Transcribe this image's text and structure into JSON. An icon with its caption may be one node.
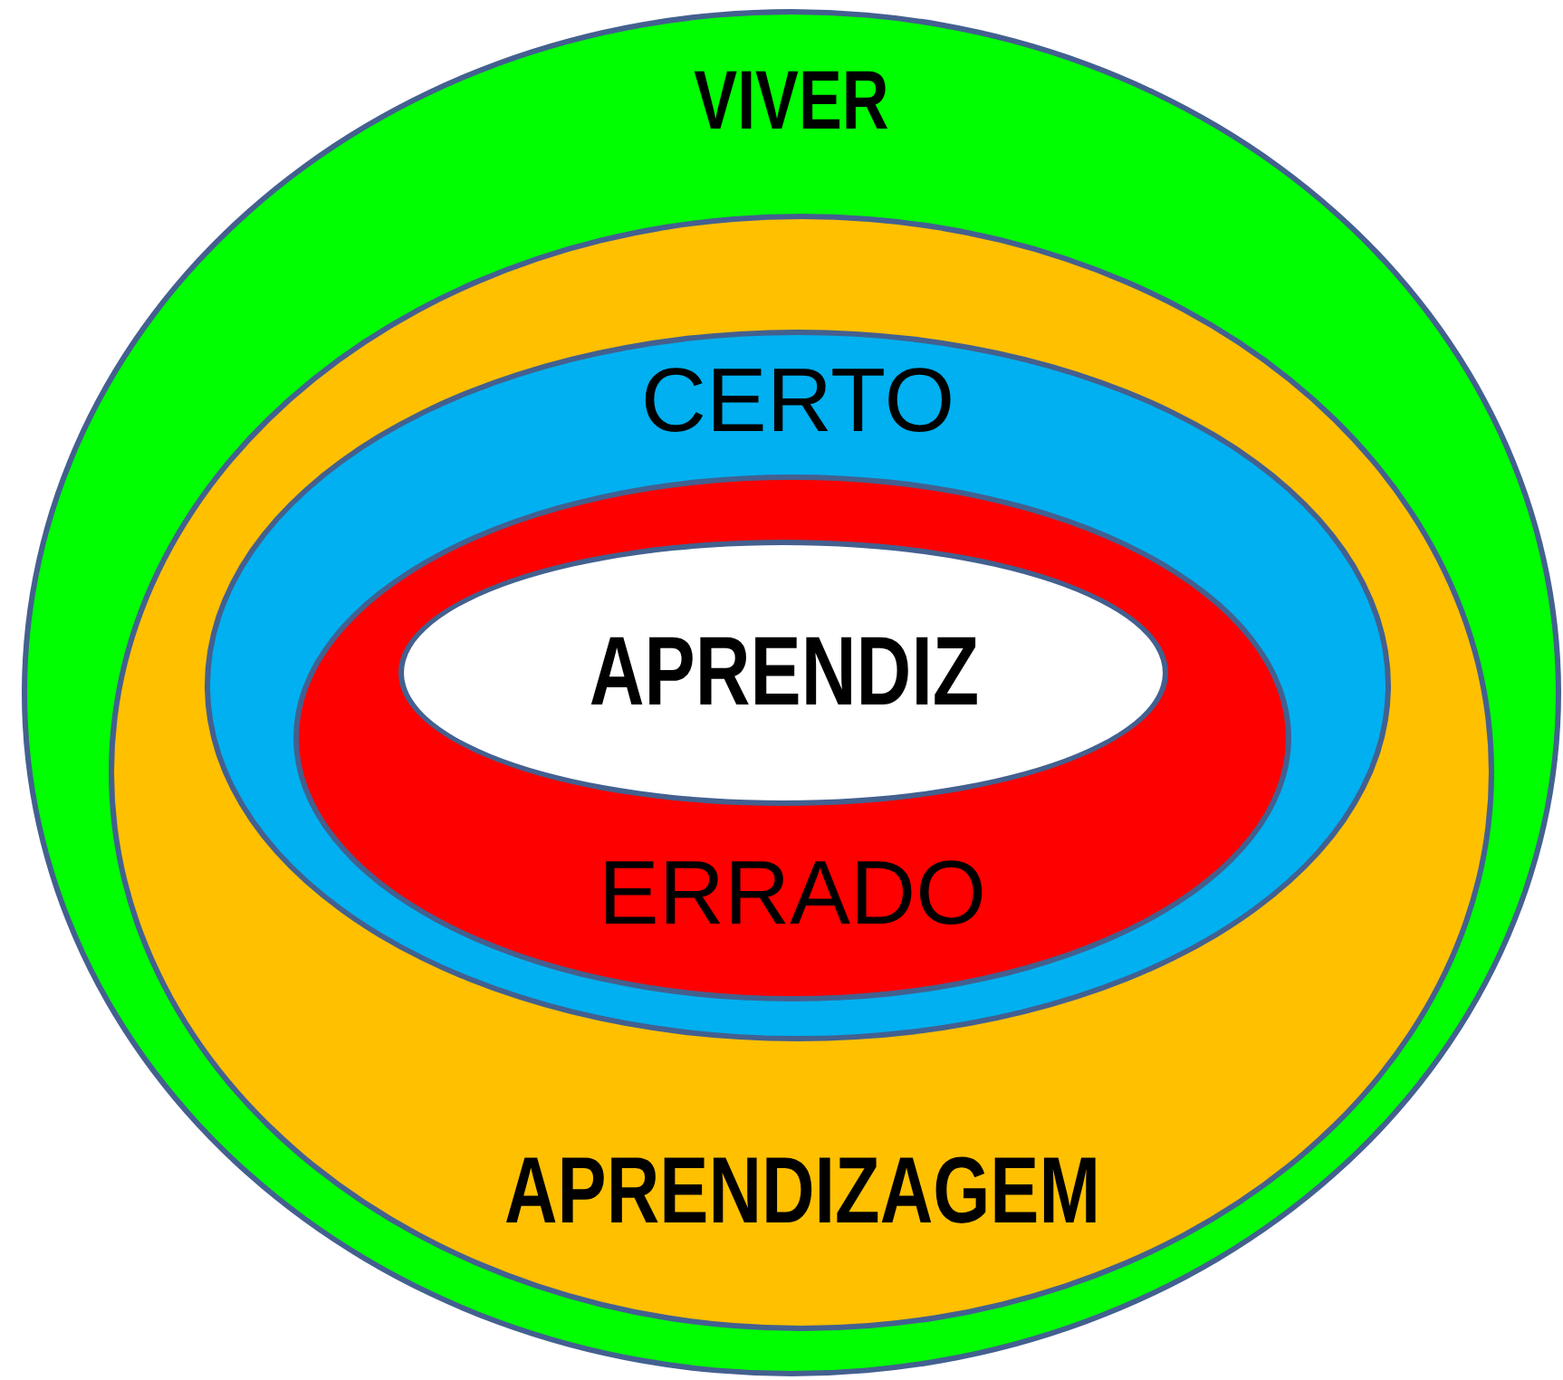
{
  "diagram": {
    "nodes": [
      {
        "text": [
          "VIVER"
        ]
      },
      {
        "text": [
          "APRENDIZAGEM"
        ],
        "in": 0
      },
      {
        "text": [
          "CERTO"
        ],
        "in": 1
      },
      {
        "text": [
          "ERRADO"
        ],
        "in": 2
      },
      {
        "text": [
          "APRENDIZ"
        ],
        "in": 3
      }
    ]
  }
}
